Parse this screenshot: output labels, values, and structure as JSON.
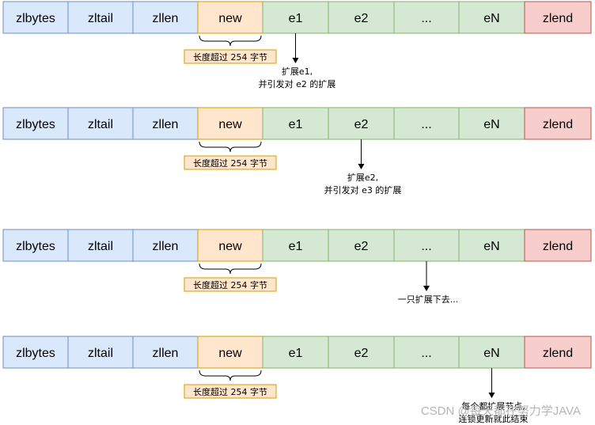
{
  "colors": {
    "header_fill": "#dae8fc",
    "header_stroke": "#6c8ebf",
    "new_fill": "#ffe6cc",
    "new_stroke": "#d79b00",
    "entry_fill": "#d5e8d4",
    "entry_stroke": "#82b366",
    "end_fill": "#f8cecc",
    "end_stroke": "#b85450",
    "label_fill": "#ffe6cc",
    "label_stroke": "#d79b00"
  },
  "cells": [
    {
      "text": "zlbytes",
      "kind": "header"
    },
    {
      "text": "zltail",
      "kind": "header"
    },
    {
      "text": "zllen",
      "kind": "header"
    },
    {
      "text": "new",
      "kind": "new"
    },
    {
      "text": "e1",
      "kind": "entry"
    },
    {
      "text": "e2",
      "kind": "entry"
    },
    {
      "text": "...",
      "kind": "entry"
    },
    {
      "text": "eN",
      "kind": "entry"
    },
    {
      "text": "zlend",
      "kind": "end"
    }
  ],
  "rows": [
    {
      "label": "长度超过 254 字节",
      "arrow_target_index": 4,
      "note_lines": [
        "扩展e1,",
        "并引发对 e2 的扩展"
      ]
    },
    {
      "label": "长度超过 254 字节",
      "arrow_target_index": 5,
      "note_lines": [
        "扩展e2,",
        "并引发对 e3 的扩展"
      ]
    },
    {
      "label": "长度超过 254 字节",
      "arrow_target_index": 6,
      "note_lines": [
        "一只扩展下去..."
      ]
    },
    {
      "label": "长度超过 254 字节",
      "arrow_target_index": 7,
      "note_lines": [
        "每个都扩展节点,",
        "连锁更新就此结束"
      ]
    }
  ],
  "watermark": "CSDN @每天都在努力学JAVA"
}
